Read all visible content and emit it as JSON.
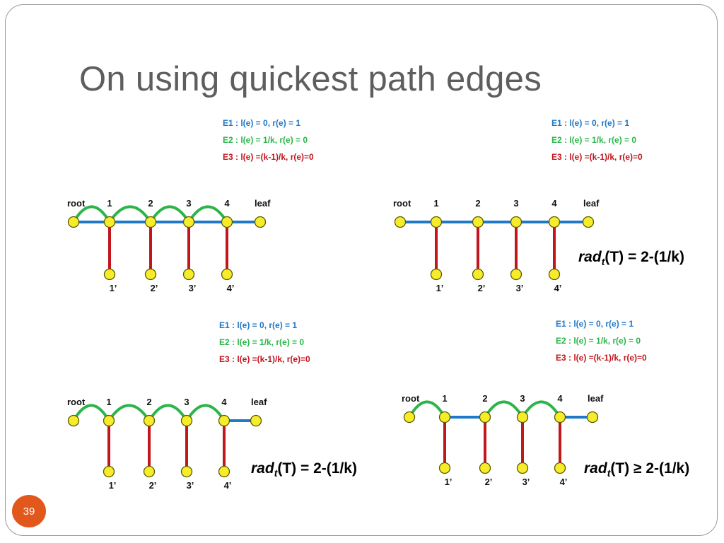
{
  "slide": {
    "title": "On using quickest path edges",
    "number": "39"
  },
  "colors": {
    "e1": "#1f78c8",
    "e2": "#2bb548",
    "e3": "#c2161d",
    "node_fill": "#f7ec2a",
    "node_stroke": "#5a5a00",
    "accent": "#e2571c"
  },
  "legend": {
    "e1": "E1 :  l(e) = 0,  r(e) = 1",
    "e2": "E2 :  l(e) = 1/k,  r(e) = 0",
    "e3": "E3 : l(e) =(k-1)/k, r(e)=0"
  },
  "node_labels": {
    "root": "root",
    "spine": [
      "1",
      "2",
      "3",
      "4"
    ],
    "leaf": "leaf",
    "pendants": [
      "1’",
      "2’",
      "3’",
      "4’"
    ]
  },
  "panels": [
    {
      "id": "top-left",
      "green_arcs": [
        [
          0,
          1
        ],
        [
          1,
          2
        ],
        [
          2,
          3
        ],
        [
          3,
          4
        ]
      ],
      "blue_segments": [
        [
          0,
          1
        ],
        [
          1,
          2
        ],
        [
          2,
          3
        ],
        [
          3,
          4
        ],
        [
          4,
          5
        ]
      ],
      "formula": null
    },
    {
      "id": "top-right",
      "green_arcs": [],
      "blue_segments": [
        [
          0,
          1
        ],
        [
          1,
          2
        ],
        [
          2,
          3
        ],
        [
          3,
          4
        ],
        [
          4,
          5
        ]
      ],
      "formula": {
        "sub": "t",
        "tail": "(T) = 2-(1/k)"
      }
    },
    {
      "id": "bottom-left",
      "green_arcs": [
        [
          0,
          1
        ],
        [
          1,
          2
        ],
        [
          2,
          3
        ],
        [
          3,
          4
        ]
      ],
      "blue_segments": [
        [
          4,
          5
        ]
      ],
      "formula": {
        "sub": "t",
        "tail": "(T) = 2-(1/k)"
      }
    },
    {
      "id": "bottom-right",
      "green_arcs": [
        [
          0,
          1
        ],
        [
          2,
          3
        ],
        [
          3,
          4
        ]
      ],
      "blue_segments": [
        [
          1,
          2
        ],
        [
          4,
          5
        ]
      ],
      "formula": {
        "sub": "t",
        "tail": "(T) ≥ 2-(1/k)"
      }
    }
  ],
  "formula_base": "rad"
}
